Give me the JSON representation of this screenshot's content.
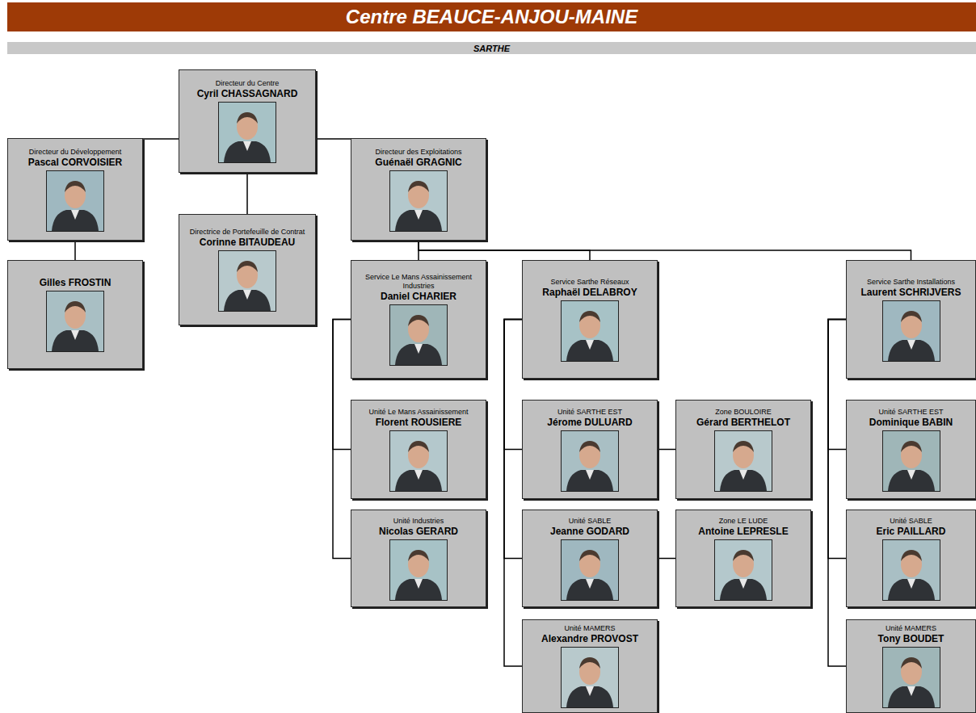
{
  "diagram": {
    "title": "Centre BEAUCE-ANJOU-MAINE",
    "nodes": [
      {
        "text": [
          "Directeur du Centre",
          "Cyril CHASSAGNARD"
        ]
      },
      {
        "text": [
          "Directeur du Développement",
          "Pascal CORVOISIER"
        ]
      },
      {
        "text": [
          "Directeur des Exploitations",
          "Guénaël GRAGNIC"
        ]
      },
      {
        "text": [
          "Gilles FROSTIN"
        ]
      },
      {
        "text": [
          "Directrice de Portefeuille de Contrat",
          "Corinne BITAUDEAU"
        ]
      },
      {
        "text": [
          "Service Le Mans Assainissement Industries",
          "Daniel CHARIER"
        ]
      },
      {
        "text": [
          "Service Sarthe Réseaux",
          "Raphaël DELABROY"
        ]
      },
      {
        "text": [
          "Service Sarthe Installations",
          "Laurent SCHRIJVERS"
        ]
      },
      {
        "text": [
          "Unité Le Mans Assainissement",
          "Florent ROUSIERE"
        ]
      },
      {
        "text": [
          "Unité SARTHE EST",
          "Jérome DULUARD"
        ]
      },
      {
        "text": [
          "Zone BOULOIRE",
          "Gérard BERTHELOT"
        ]
      },
      {
        "text": [
          "Unité SARTHE EST",
          "Dominique BABIN"
        ]
      },
      {
        "text": [
          "Unité Industries",
          "Nicolas GERARD"
        ]
      },
      {
        "text": [
          "Unité SABLE",
          "Jeanne GODARD"
        ]
      },
      {
        "text": [
          "Zone LE LUDE",
          "Antoine LEPRESLE"
        ]
      },
      {
        "text": [
          "Unité SABLE",
          "Eric PAILLARD"
        ]
      },
      {
        "text": [
          "Unité MAMERS",
          "Alexandre PROVOST"
        ]
      },
      {
        "text": [
          "Unité MAMERS",
          "Tony BOUDET"
        ]
      }
    ],
    "edges": [
      {
        "from": 0,
        "to": 1,
        "arrow": "none"
      },
      {
        "from": 0,
        "to": 2,
        "arrow": "none"
      },
      {
        "from": 0,
        "to": 4,
        "arrow": "none"
      },
      {
        "from": 1,
        "to": 3,
        "arrow": "none"
      },
      {
        "from": 2,
        "to": 5,
        "arrow": "none"
      },
      {
        "from": 2,
        "to": 6,
        "arrow": "none"
      },
      {
        "from": 2,
        "to": 7,
        "arrow": "none"
      },
      {
        "from": 5,
        "to": 8,
        "arrow": "none"
      },
      {
        "from": 5,
        "to": 12,
        "arrow": "none"
      },
      {
        "from": 6,
        "to": 9,
        "arrow": "none"
      },
      {
        "from": 6,
        "to": 13,
        "arrow": "none"
      },
      {
        "from": 6,
        "to": 16,
        "arrow": "none"
      },
      {
        "from": 9,
        "to": 10,
        "arrow": "none"
      },
      {
        "from": 13,
        "to": 14,
        "arrow": "none"
      },
      {
        "from": 7,
        "to": 11,
        "arrow": "none"
      },
      {
        "from": 7,
        "to": 15,
        "arrow": "none"
      },
      {
        "from": 7,
        "to": 17,
        "arrow": "none"
      }
    ],
    "labels": [
      "SARTHE"
    ]
  }
}
